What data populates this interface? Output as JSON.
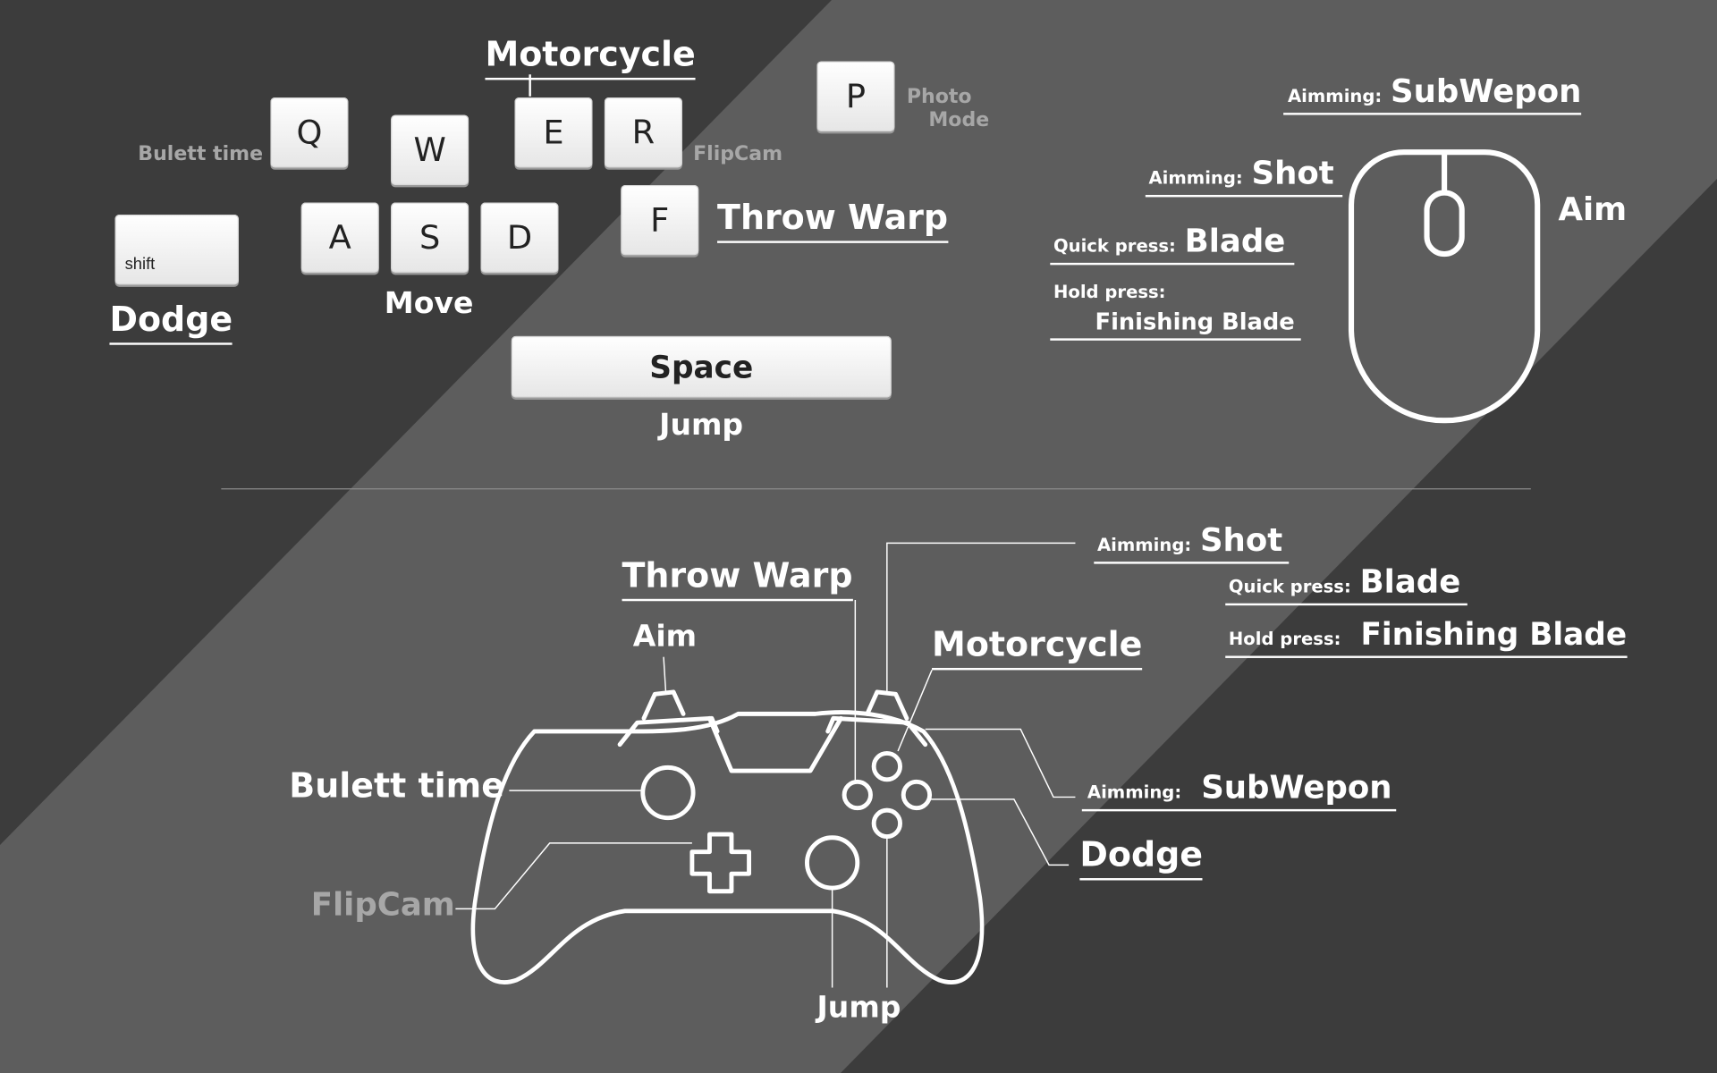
{
  "colors": {
    "background_dark": "#3c3c3c",
    "background_light": "#5e5e5e",
    "text": "#ffffff",
    "muted_text": "#a7a7a7",
    "key_face": "#f4f4f4"
  },
  "keyboard": {
    "keys": {
      "q": "Q",
      "w": "W",
      "e": "E",
      "r": "R",
      "a": "A",
      "s": "S",
      "d": "D",
      "f": "F",
      "p": "P",
      "shift": "shift",
      "space": "Space"
    },
    "labels": {
      "motorcycle": "Motorcycle",
      "bulett_time": "Bulett time",
      "flipcam": "FlipCam",
      "photo": "Photo",
      "mode": "Mode",
      "throw_warp": "Throw Warp",
      "dodge": "Dodge",
      "move": "Move",
      "jump": "Jump"
    }
  },
  "mouse": {
    "icon": "mouse-icon",
    "subwepon_prefix": "Aimming:",
    "subwepon": "SubWepon",
    "shot_prefix": "Aimming:",
    "shot": "Shot",
    "blade_prefix": "Quick press:",
    "blade": "Blade",
    "hold_prefix": "Hold press:",
    "finishing": "Finishing Blade",
    "aim": "Aim"
  },
  "controller": {
    "icon": "gamepad-icon",
    "throw_warp": "Throw Warp",
    "aim": "Aim",
    "shot_prefix": "Aimming:",
    "shot": "Shot",
    "blade_prefix": "Quick press:",
    "blade": "Blade",
    "hold_prefix": "Hold press:",
    "finishing": "Finishing Blade",
    "motorcycle": "Motorcycle",
    "bulett_time": "Bulett time",
    "subwepon_prefix": "Aimming:",
    "subwepon": "SubWepon",
    "dodge": "Dodge",
    "flipcam": "FlipCam",
    "jump": "Jump"
  }
}
